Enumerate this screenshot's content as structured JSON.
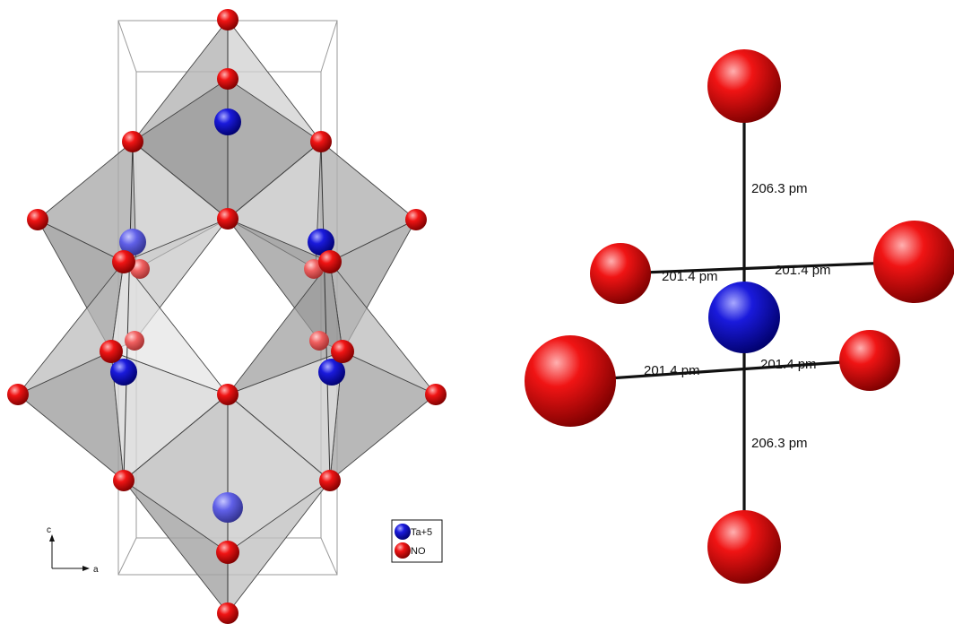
{
  "structure": {
    "axes": {
      "vertical": "c",
      "horizontal": "a"
    },
    "legend": [
      {
        "label": "Ta+5",
        "color": "#1a1adc"
      },
      {
        "label": "NO",
        "color": "#e01010"
      }
    ]
  },
  "bond_diagram": {
    "labels": {
      "axial_top": "206.3 pm",
      "axial_bottom": "206.3 pm",
      "upper_left": "201.4 pm",
      "upper_right": "201.4 pm",
      "lower_left": "201.4 pm",
      "lower_right": "201.4 pm"
    }
  },
  "colors": {
    "metal": "#1a1adc",
    "ligand": "#e01010",
    "bond": "#111111"
  }
}
